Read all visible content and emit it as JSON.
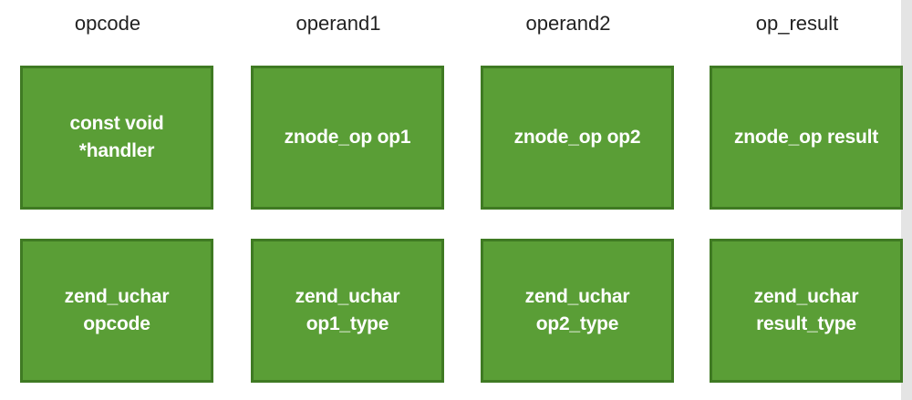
{
  "headers": [
    "opcode",
    "operand1",
    "operand2",
    "op_result"
  ],
  "rows": [
    [
      "const void\n*handler",
      "znode_op op1",
      "znode_op op2",
      "znode_op result"
    ],
    [
      "zend_uchar\nopcode",
      "zend_uchar\nop1_type",
      "zend_uchar\nop2_type",
      "zend_uchar\nresult_type"
    ]
  ],
  "colors": {
    "box_fill": "#5a9e36",
    "box_border": "#3f7a23",
    "box_text": "#ffffff",
    "header_text": "#222222"
  }
}
